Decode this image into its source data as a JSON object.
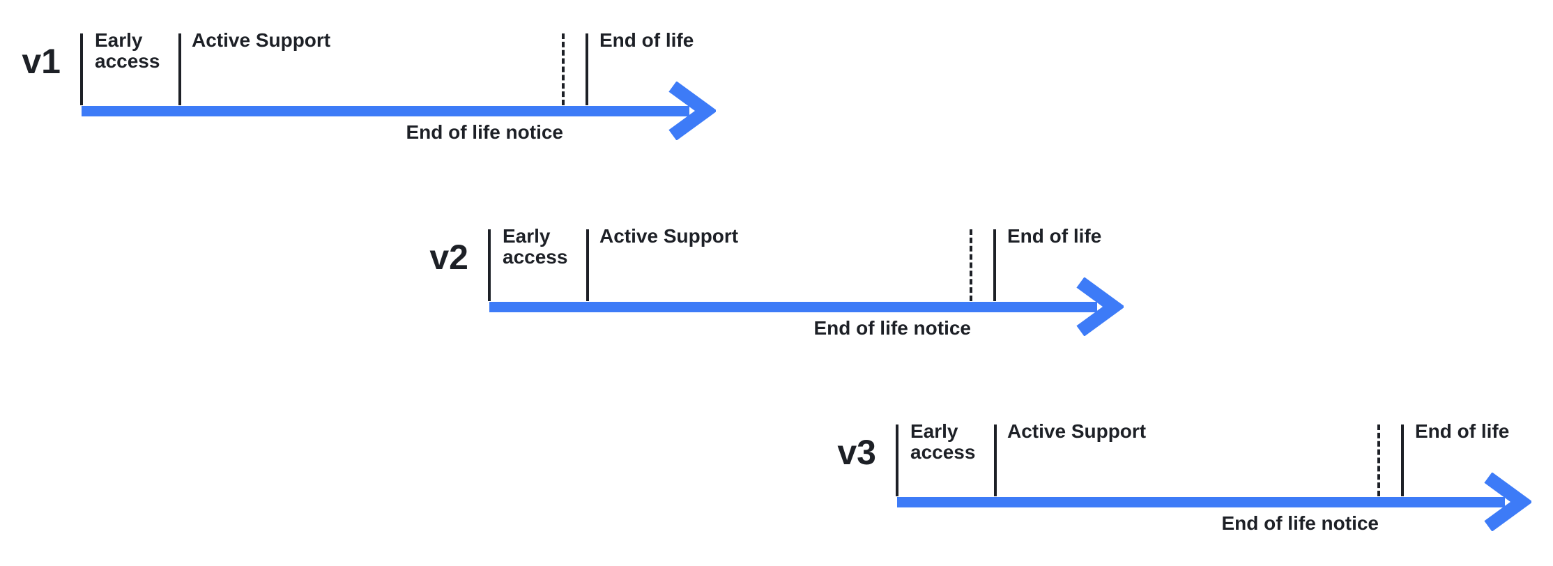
{
  "diagram": {
    "colors": {
      "accent_blue": "#3d7bf7",
      "ink": "#1d2026",
      "background": "#ffffff"
    },
    "timelines": [
      {
        "version": "v1",
        "early_access": "Early access",
        "active_support": "Active Support",
        "end_of_life": "End of life",
        "end_of_life_notice": "End of life notice"
      },
      {
        "version": "v2",
        "early_access": "Early access",
        "active_support": "Active Support",
        "end_of_life": "End of life",
        "end_of_life_notice": "End of life notice"
      },
      {
        "version": "v3",
        "early_access": "Early access",
        "active_support": "Active Support",
        "end_of_life": "End of life",
        "end_of_life_notice": "End of life notice"
      }
    ]
  }
}
